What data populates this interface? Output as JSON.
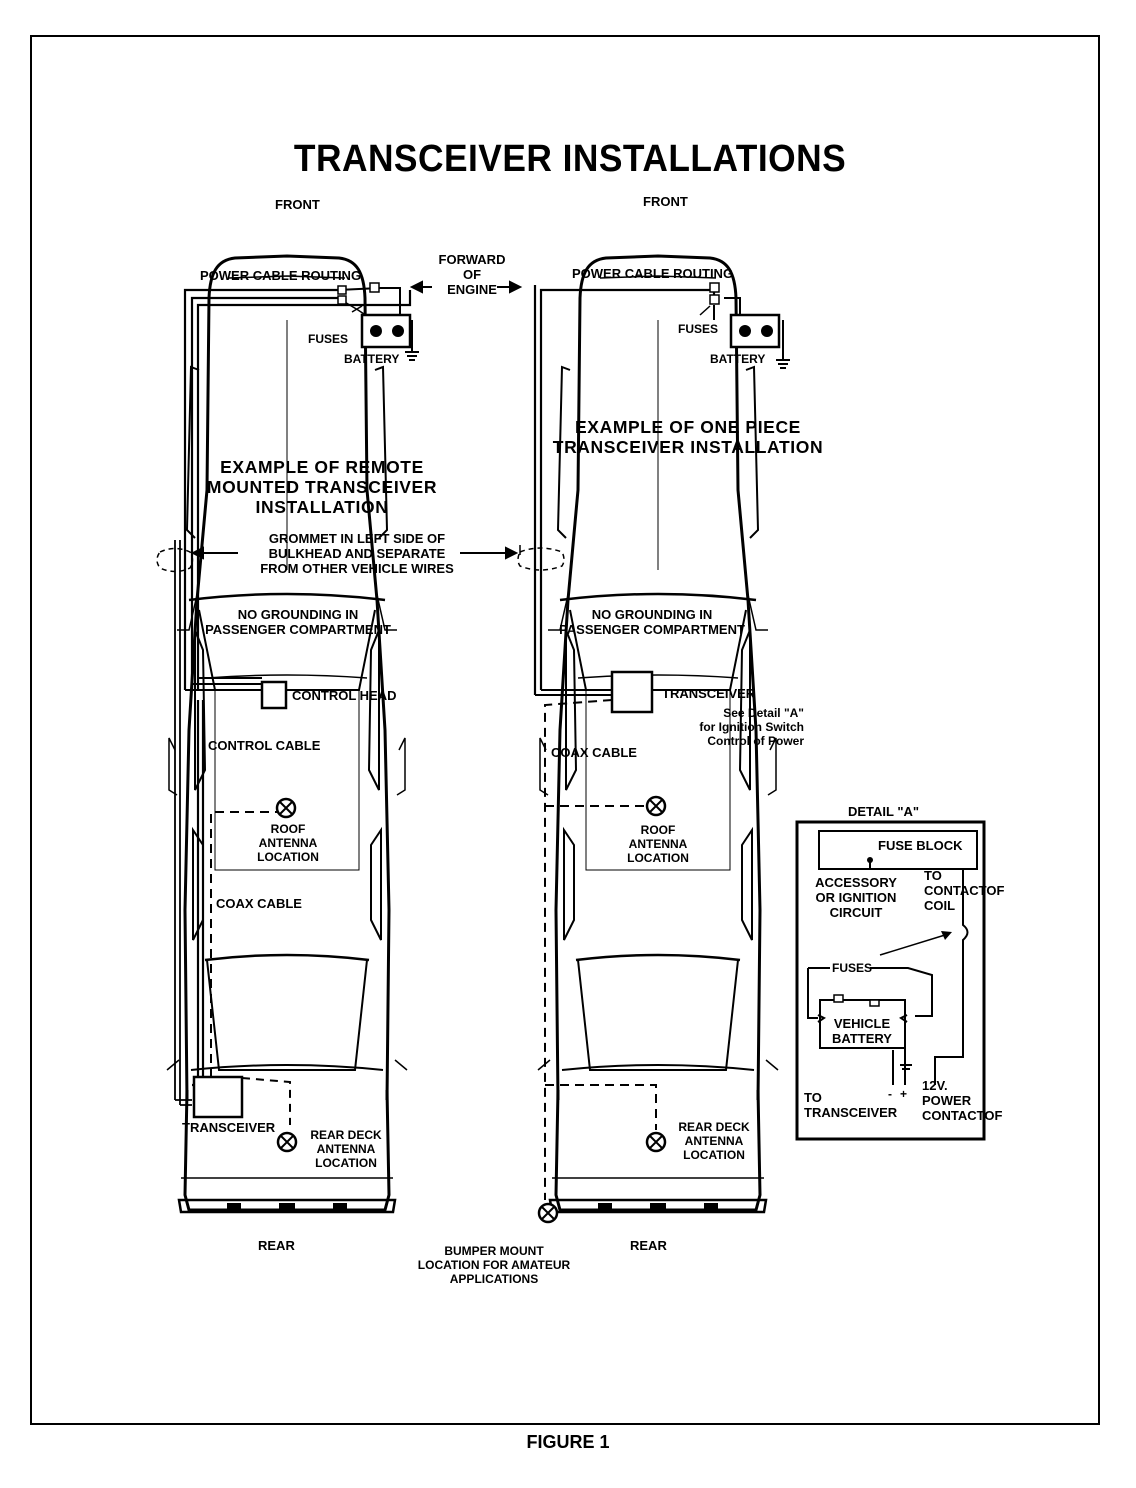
{
  "title": "TRANSCEIVER INSTALLATIONS",
  "caption": "FIGURE 1",
  "orientation": {
    "front": "FRONT",
    "rear": "REAR"
  },
  "center": {
    "forward_engine": "FORWARD\nOF\nENGINE",
    "grommet": "GROMMET IN LEFT SIDE OF\nBULKHEAD AND SEPARATE\nFROM OTHER VEHICLE WIRES",
    "bumper_mount": "BUMPER MOUNT\nLOCATION FOR AMATEUR\nAPPLICATIONS"
  },
  "left_car": {
    "power_cable_routing": "POWER CABLE ROUTING",
    "fuses": "FUSES",
    "battery": "BATTERY",
    "example": "EXAMPLE OF REMOTE\nMOUNTED TRANSCEIVER\nINSTALLATION",
    "no_grounding": "NO GROUNDING IN\nPASSENGER COMPARTMENT",
    "control_head": "CONTROL HEAD",
    "control_cable": "CONTROL CABLE",
    "roof_antenna": "ROOF\nANTENNA\nLOCATION",
    "coax_cable": "COAX CABLE",
    "transceiver": "TRANSCEIVER",
    "rear_deck_antenna": "REAR DECK\nANTENNA\nLOCATION"
  },
  "right_car": {
    "power_cable_routing": "POWER CABLE ROUTING",
    "fuses": "FUSES",
    "battery": "BATTERY",
    "example": "EXAMPLE OF ONE PIECE\nTRANSCEIVER INSTALLATION",
    "no_grounding": "NO GROUNDING IN\nPASSENGER COMPARTMENT",
    "transceiver": "TRANSCEIVER",
    "see_detail": "See Detail \"A\"\nfor Ignition Switch\nControl of Power",
    "coax_cable": "COAX CABLE",
    "roof_antenna": "ROOF\nANTENNA\nLOCATION",
    "rear_deck_antenna": "REAR DECK\nANTENNA\nLOCATION"
  },
  "detail_a": {
    "title": "DETAIL \"A\"",
    "fuse_block": "FUSE BLOCK",
    "accessory": "ACCESSORY\nOR IGNITION\nCIRCUIT",
    "to_contactor_coil": "TO\nCONTACTOF\nCOIL",
    "fuses": "FUSES",
    "vehicle_battery": "VEHICLE\nBATTERY",
    "to_transceiver": "TO\nTRANSCEIVER",
    "power_contactor": "12V.\nPOWER\nCONTACTOF",
    "plus": "+",
    "minus": "-"
  }
}
